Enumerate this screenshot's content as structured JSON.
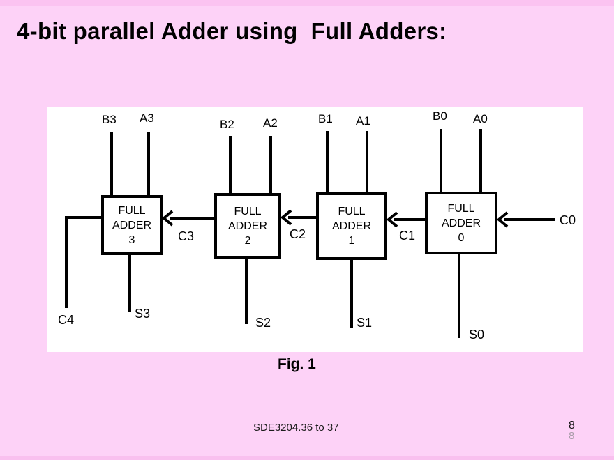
{
  "slide": {
    "title": "4-bit parallel Adder using  Full Adders:",
    "caption": "Fig. 1",
    "footer": "SDE3204.36 to 37",
    "page_number": "8",
    "page_number_ghost": "8"
  },
  "colors": {
    "background": "#fdd2f7",
    "edge_strip": "#fbc3f1",
    "panel": "#ffffff",
    "ink": "#000000",
    "ghost_page_number": "#ab9dab"
  },
  "diagram": {
    "pins": [
      {
        "label": "B3"
      },
      {
        "label": "A3"
      },
      {
        "label": "B2"
      },
      {
        "label": "A2"
      },
      {
        "label": "B1"
      },
      {
        "label": "A1"
      },
      {
        "label": "B0"
      },
      {
        "label": "A0"
      }
    ],
    "adders": [
      {
        "line1": "FULL",
        "line2": "ADDER",
        "index": "3"
      },
      {
        "line1": "FULL",
        "line2": "ADDER",
        "index": "2"
      },
      {
        "line1": "FULL",
        "line2": "ADDER",
        "index": "1"
      },
      {
        "line1": "FULL",
        "line2": "ADDER",
        "index": "0"
      }
    ],
    "carries": {
      "c0": "C0",
      "c1": "C1",
      "c2": "C2",
      "c3": "C3",
      "c4": "C4"
    },
    "sums": [
      {
        "label": "S3"
      },
      {
        "label": "S2"
      },
      {
        "label": "S1"
      },
      {
        "label": "S0"
      }
    ]
  }
}
